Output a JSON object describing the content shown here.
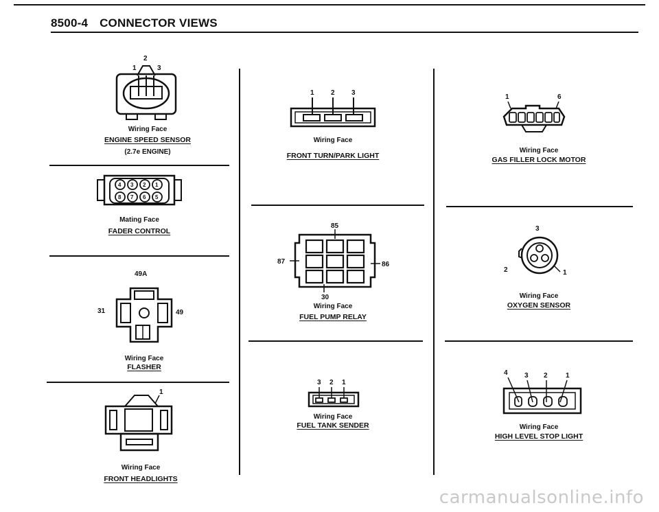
{
  "header": {
    "page": "8500-4",
    "title": "CONNECTOR VIEWS"
  },
  "connectors": {
    "engine_speed_sensor": {
      "face": "Wiring Face",
      "name": "ENGINE SPEED SENSOR",
      "note": "(2.7e ENGINE)",
      "pins": [
        "1",
        "2",
        "3"
      ]
    },
    "fader_control": {
      "face": "Mating Face",
      "name": "FADER CONTROL",
      "pins": [
        "4",
        "3",
        "2",
        "1",
        "8",
        "7",
        "6",
        "5"
      ]
    },
    "flasher": {
      "face": "Wiring Face",
      "name": "FLASHER",
      "pins": [
        "49A",
        "31",
        "49"
      ]
    },
    "front_headlights": {
      "face": "Wiring Face",
      "name": "FRONT HEADLIGHTS",
      "pins": [
        "1"
      ]
    },
    "front_turn_park_light": {
      "face": "Wiring Face",
      "name": "FRONT TURN/PARK LIGHT",
      "pins": [
        "1",
        "2",
        "3"
      ]
    },
    "fuel_pump_relay": {
      "face": "Wiring Face",
      "name": "FUEL PUMP RELAY",
      "pins": [
        "85",
        "87",
        "86",
        "30"
      ]
    },
    "fuel_tank_sender": {
      "face": "Wiring Face",
      "name": "FUEL TANK SENDER",
      "pins": [
        "3",
        "2",
        "1"
      ]
    },
    "gas_filler_lock_motor": {
      "face": "Wiring Face",
      "name": "GAS FILLER LOCK MOTOR",
      "pins": [
        "1",
        "6"
      ]
    },
    "oxygen_sensor": {
      "face": "Wiring Face",
      "name": "OXYGEN SENSOR",
      "pins": [
        "3",
        "2",
        "1"
      ]
    },
    "high_level_stop_light": {
      "face": "Wiring Face",
      "name": "HIGH LEVEL STOP LIGHT",
      "pins": [
        "4",
        "3",
        "2",
        "1"
      ]
    }
  },
  "watermark": "carmanualsonline.info"
}
